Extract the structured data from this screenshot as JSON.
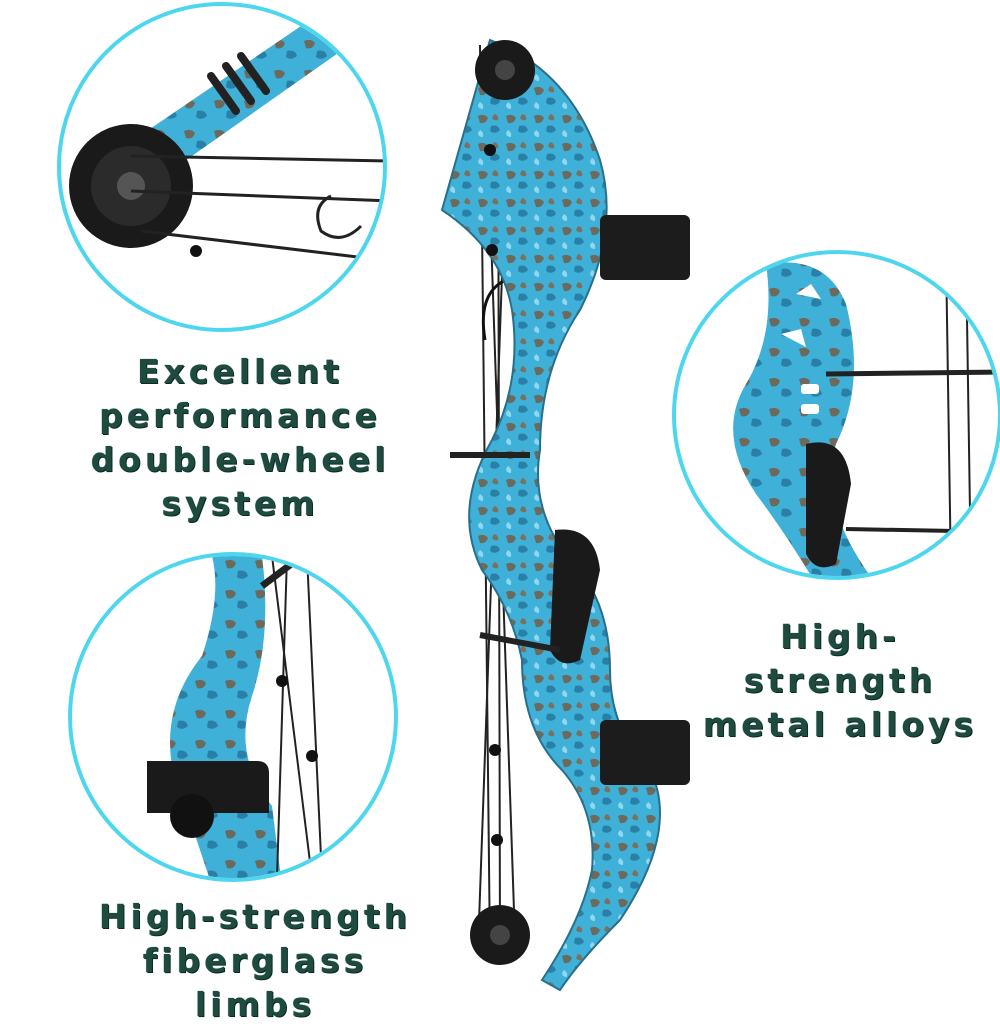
{
  "captions": {
    "double_wheel": [
      "Excellent",
      "performance",
      "double-wheel",
      "system"
    ],
    "alloys": [
      "High-strength",
      "metal alloys"
    ],
    "limbs": [
      "High-strength",
      "fiberglass limbs"
    ]
  },
  "colors": {
    "circle_border": "#4fd6ef",
    "caption_text": "#1e4a40",
    "bow_camo": "#3fb0d8",
    "bow_dark": "#1a1a1a"
  }
}
